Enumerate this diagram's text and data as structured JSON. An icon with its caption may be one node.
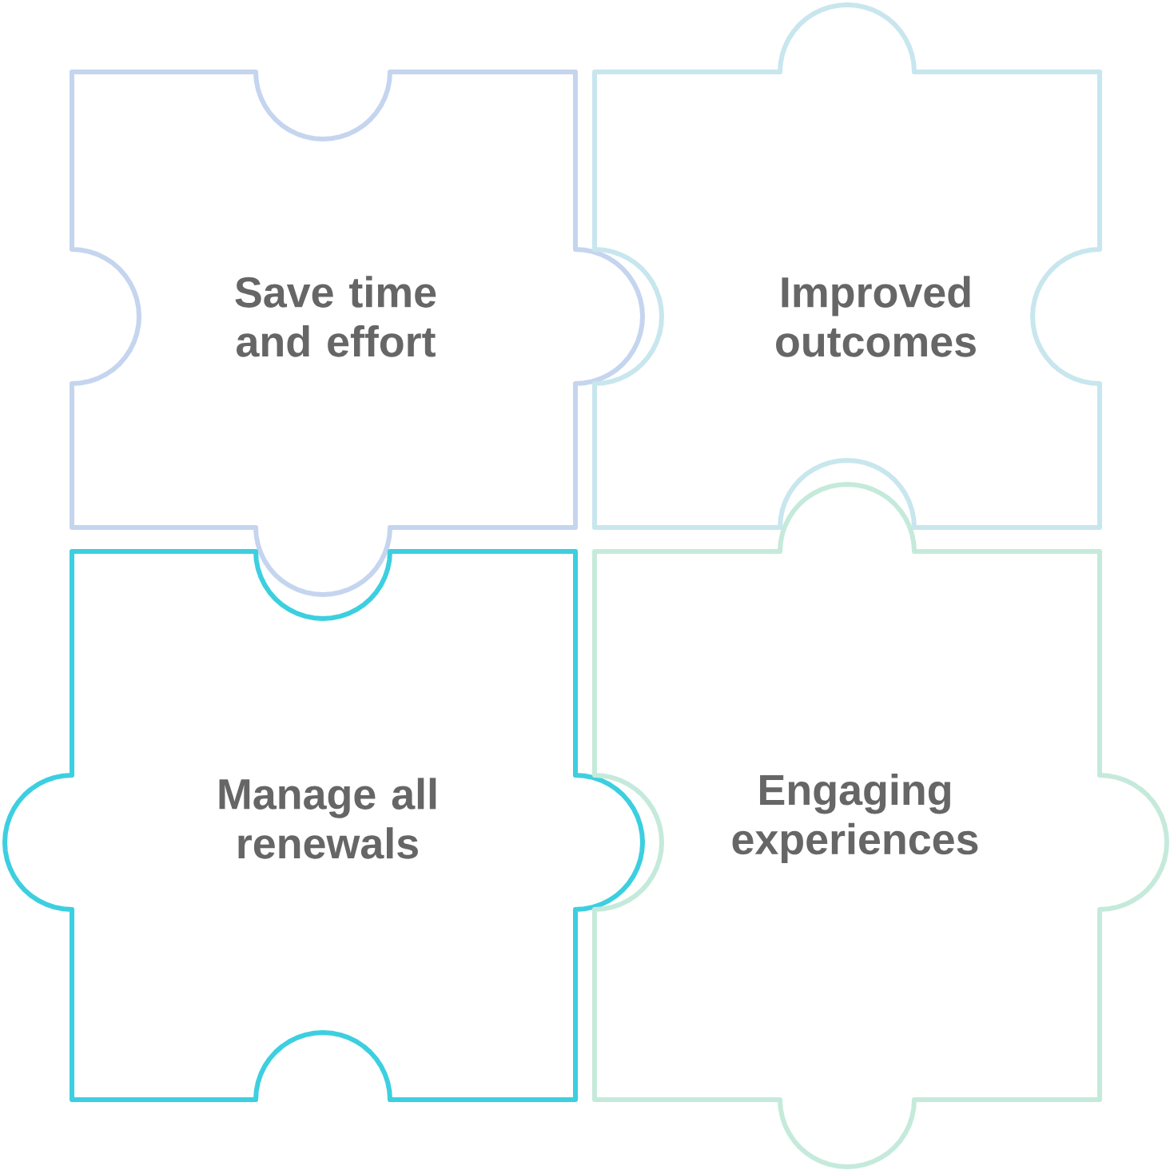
{
  "diagram": {
    "nodes": [
      {
        "text": [
          "Save time and effort"
        ]
      },
      {
        "text": [
          "Improved outcomes"
        ]
      },
      {
        "text": [
          "Manage all renewals"
        ]
      },
      {
        "text": [
          "Engaging experiences"
        ]
      }
    ]
  }
}
